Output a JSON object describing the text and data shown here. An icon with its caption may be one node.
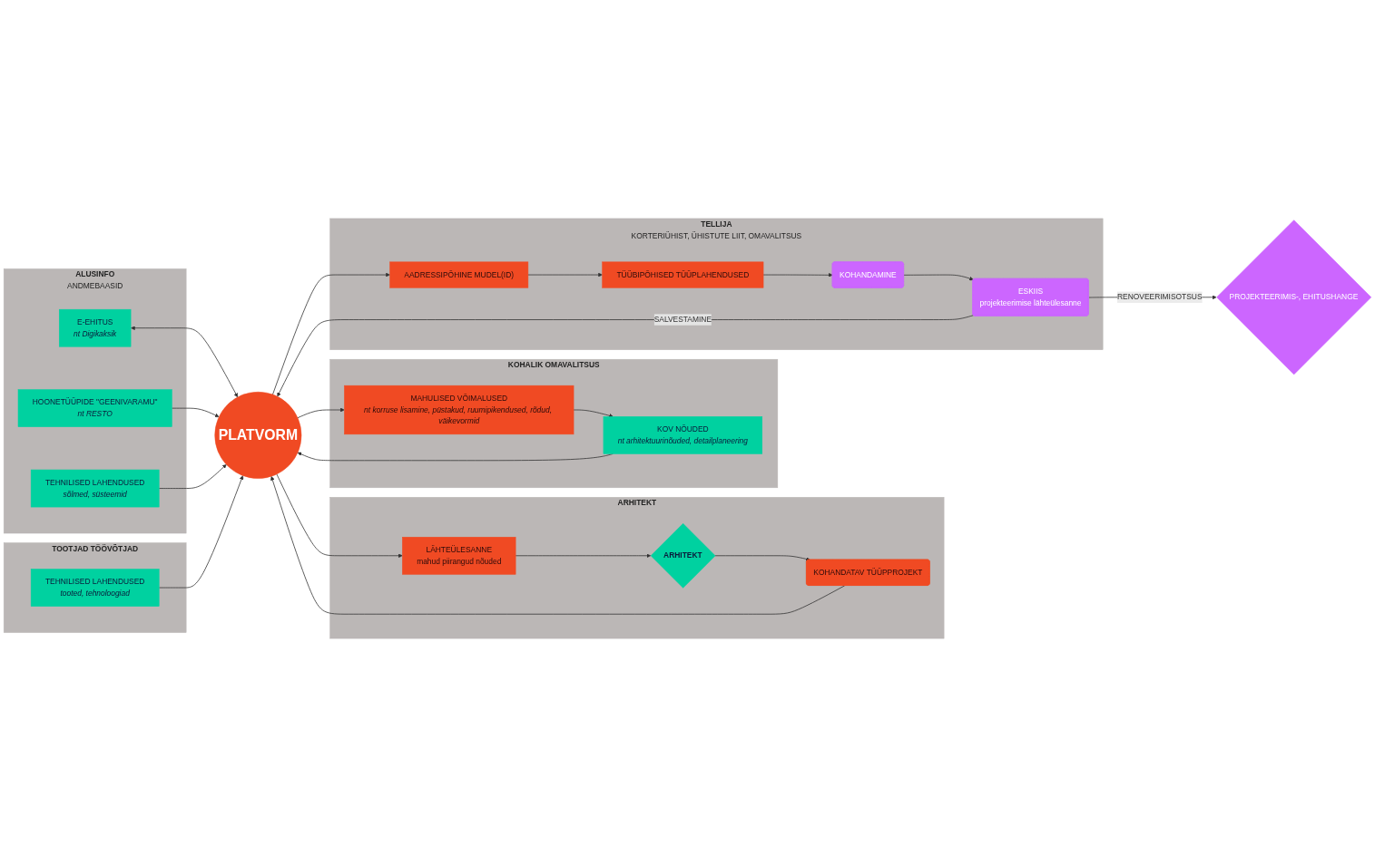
{
  "diagram": {
    "nodes": [
      {
        "text": [
          "ALUSINFO",
          "ANDMEBAASID"
        ]
      },
      {
        "text": [
          "E-EHITUS",
          "nt Digikaksik"
        ],
        "in": 0
      },
      {
        "text": [
          "HOONETÜÜPIDE \"GEENIVARAMU\"",
          "nt RESTO"
        ],
        "in": 0
      },
      {
        "text": [
          "TEHNILISED LAHENDUSED",
          "sõlmed, süsteemid"
        ],
        "in": 0
      },
      {
        "text": [
          "TOOTJAD TÖÖVÕTJAD"
        ]
      },
      {
        "text": [
          "TEHNILISED LAHENDUSED",
          "tooted, tehnoloogiad"
        ],
        "in": 4
      },
      {
        "text": [
          "KOHALIK OMAVALITSUS"
        ]
      },
      {
        "text": [
          "MAHULISED VÕIMALUSED",
          "nt korruse lisamine, püstakud, ruumipikendused, rõdud, väikevormid"
        ],
        "in": 6
      },
      {
        "text": [
          "KOV NÕUDED",
          "nt arhitektuurinõuded, detailplaneering"
        ],
        "in": 6
      },
      {
        "text": [
          "PLATVORM"
        ]
      },
      {
        "text": [
          "ARHITEKT"
        ]
      },
      {
        "text": [
          "LÄHTEÜLESANNE",
          "mahud piirangud nõuded"
        ],
        "in": 10
      },
      {
        "text": [
          "ARHITEKT"
        ],
        "in": 10
      },
      {
        "text": [
          "KOHANDATAV TÜÜPPROJEKT"
        ],
        "in": 10
      },
      {
        "text": [
          "TELLIJA",
          "KORTERIÜHIST, ÜHISTUTE LIIT, OMAVALITSUS"
        ]
      },
      {
        "text": [
          "ESKIIS",
          "projekteerimise lähteülesanne"
        ],
        "in": 14
      },
      {
        "text": [
          "KOHANDAMINE"
        ],
        "in": 14
      },
      {
        "text": [
          "AADRESSIPÕHINE MUDEL(ID)"
        ],
        "in": 14
      },
      {
        "text": [
          "TÜÜBIPÕHISED TÜÜPLAHENDUSED"
        ],
        "in": 14
      },
      {
        "text": [
          "PROJEKTEERIMIS-, EHITUSHANGE"
        ]
      }
    ],
    "edges": [
      {
        "from": 1,
        "to": 9,
        "arrow": "both"
      },
      {
        "from": 2,
        "to": 9,
        "arrow": "to"
      },
      {
        "from": 3,
        "to": 9,
        "arrow": "to"
      },
      {
        "from": 5,
        "to": 9,
        "arrow": "to"
      },
      {
        "from": 9,
        "to": 7,
        "arrow": "to"
      },
      {
        "from": 7,
        "to": 8,
        "arrow": "to"
      },
      {
        "from": 8,
        "to": 9,
        "arrow": "to"
      },
      {
        "from": 9,
        "to": 11,
        "arrow": "to"
      },
      {
        "from": 11,
        "to": 12,
        "arrow": "to"
      },
      {
        "from": 12,
        "to": 13,
        "arrow": "to"
      },
      {
        "from": 13,
        "to": 9,
        "arrow": "to"
      },
      {
        "from": 9,
        "to": 17,
        "arrow": "to"
      },
      {
        "from": 17,
        "to": 18,
        "arrow": "to"
      },
      {
        "from": 18,
        "to": 16,
        "arrow": "to"
      },
      {
        "from": 16,
        "to": 15,
        "arrow": "to"
      },
      {
        "from": 15,
        "to": 9,
        "arrow": "to",
        "label": "SALVESTAMINE"
      },
      {
        "from": 15,
        "to": 19,
        "arrow": "to",
        "label": "RENOVEERIMISOTSUS"
      }
    ]
  }
}
